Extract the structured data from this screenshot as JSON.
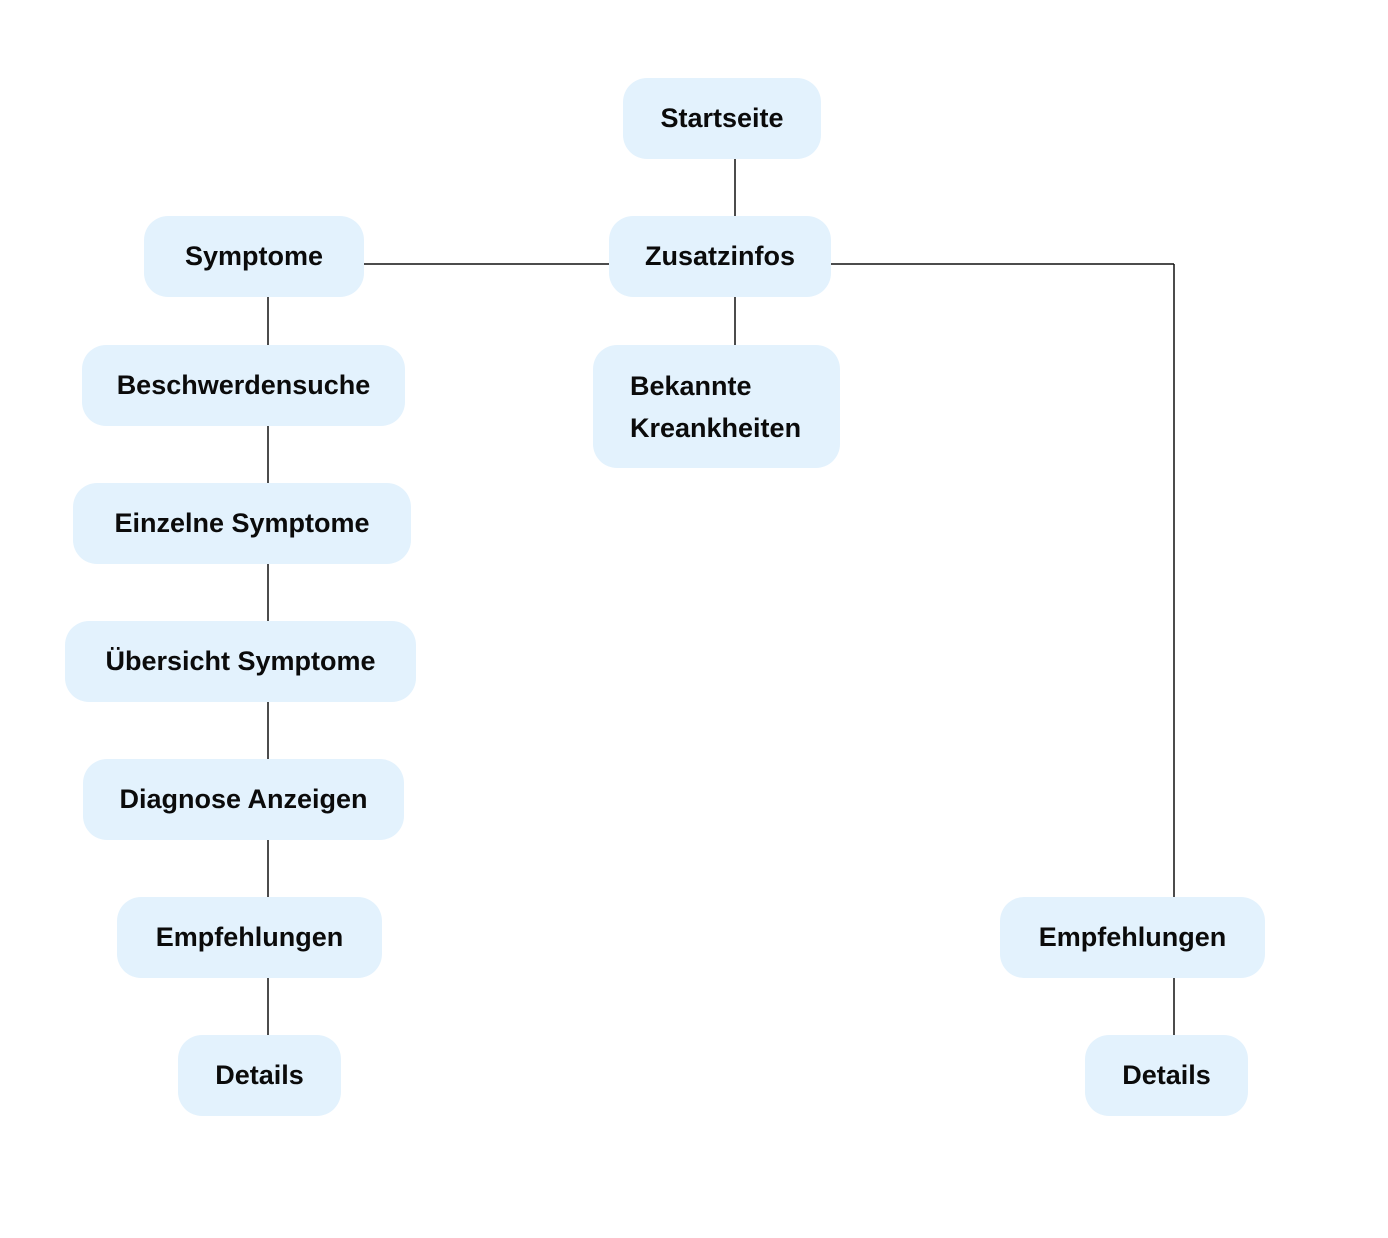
{
  "diagram": {
    "nodes": {
      "startseite": "Startseite",
      "zusatzinfos": "Zusatzinfos",
      "symptome": "Symptome",
      "bekannte_krankheiten": "Bekannte Kreankheiten",
      "beschwerdensuche": "Beschwerdensuche",
      "einzelne_symptome": "Einzelne Symptome",
      "uebersicht_symptome": "Übersicht Symptome",
      "diagnose_anzeigen": "Diagnose Anzeigen",
      "empfehlungen_left": "Empfehlungen",
      "details_left": "Details",
      "empfehlungen_right": "Empfehlungen",
      "details_right": "Details"
    },
    "edges": [
      [
        "startseite",
        "zusatzinfos"
      ],
      [
        "zusatzinfos",
        "symptome"
      ],
      [
        "zusatzinfos",
        "bekannte_krankheiten"
      ],
      [
        "zusatzinfos",
        "empfehlungen_right"
      ],
      [
        "symptome",
        "beschwerdensuche"
      ],
      [
        "beschwerdensuche",
        "einzelne_symptome"
      ],
      [
        "einzelne_symptome",
        "uebersicht_symptome"
      ],
      [
        "uebersicht_symptome",
        "diagnose_anzeigen"
      ],
      [
        "diagnose_anzeigen",
        "empfehlungen_left"
      ],
      [
        "empfehlungen_left",
        "details_left"
      ],
      [
        "empfehlungen_right",
        "details_right"
      ]
    ],
    "colors": {
      "node_fill": "#e3f2fd",
      "connector": "#111111",
      "text": "#0b0b0b"
    }
  }
}
